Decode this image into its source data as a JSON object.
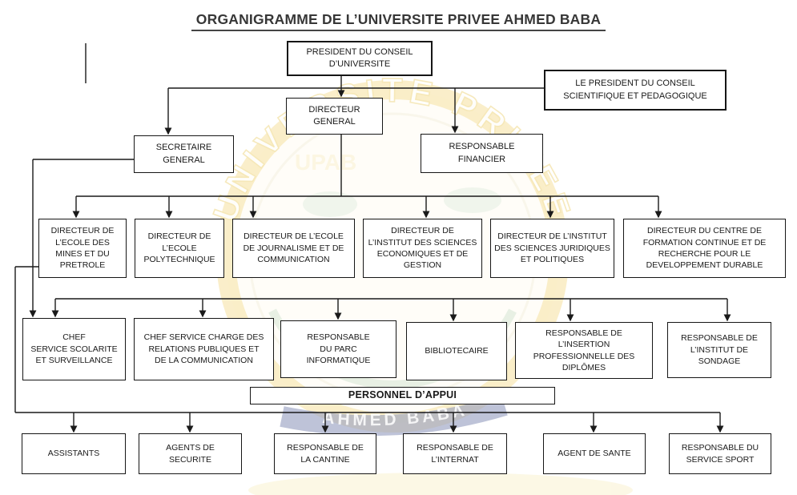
{
  "title": "ORGANIGRAMME DE L’UNIVERSITE PRIVEE AHMED BABA",
  "org": {
    "president": "PRESIDENT DU CONSEIL\nD’UNIVERSITE",
    "conseil_scientifique": "LE PRESIDENT DU CONSEIL\nSCIENTIFIQUE ET PEDAGOGIQUE",
    "directeur_general": "DIRECTEUR\nGENERAL",
    "secretaire_general": "SECRETAIRE\nGENERAL",
    "responsable_financier": "RESPONSABLE\nFINANCIER",
    "directeurs": [
      "DIRECTEUR DE\nL’ECOLE DES\nMINES ET DU\nPRETROLE",
      "DIRECTEUR DE\nL’ECOLE\nPOLYTECHNIQUE",
      "DIRECTEUR DE L’ECOLE\nDE JOURNALISME ET DE\nCOMMUNICATION",
      "DIRECTEUR DE\nL’INSTITUT DES SCIENCES\nECONOMIQUES ET  DE\nGESTION",
      "DIRECTEUR DE L’INSTITUT\nDES SCIENCES JURIDIQUES\nET POLITIQUES",
      "DIRECTEUR DU CENTRE DE\nFORMATION CONTINUE ET DE\nRECHERCHE POUR LE\nDEVELOPPEMENT DURABLE"
    ],
    "services": [
      "CHEF\nSERVICE SCOLARITE\nET SURVEILLANCE",
      "CHEF SERVICE CHARGE DES\nRELATIONS PUBLIQUES ET\nDE LA COMMUNICATION",
      "RESPONSABLE\nDU PARC\nINFORMATIQUE",
      "BIBLIOTECAIRE",
      "RESPONSABLE DE\nL’INSERTION\nPROFESSIONNELLE DES\nDIPLÔMES",
      "RESPONSABLE DE\nL’INSTITUT DE\nSONDAGE"
    ],
    "personnel_appui": "PERSONNEL D’APPUI",
    "appui": [
      "ASSISTANTS",
      "AGENTS DE\nSECURITE",
      "RESPONSABLE DE\nLA CANTINE",
      "RESPONSABLE DE\nL’INTERNAT",
      "AGENT DE SANTE",
      "RESPONSABLE DU\nSERVICE SPORT"
    ]
  },
  "watermark": {
    "text_top": "UNIVERSITE PRIVEE",
    "text_bottom": "AHMED BABA",
    "monogram": "UPAB",
    "ring_color": "#f0d372",
    "ribbon_color": "#2a3a7d",
    "laurel_color": "#9cc39c"
  },
  "colors": {
    "background": "#ffffff",
    "line": "#1a1a1a",
    "box_border": "#161616",
    "text": "#1a1a1a",
    "title_text": "#373737"
  }
}
